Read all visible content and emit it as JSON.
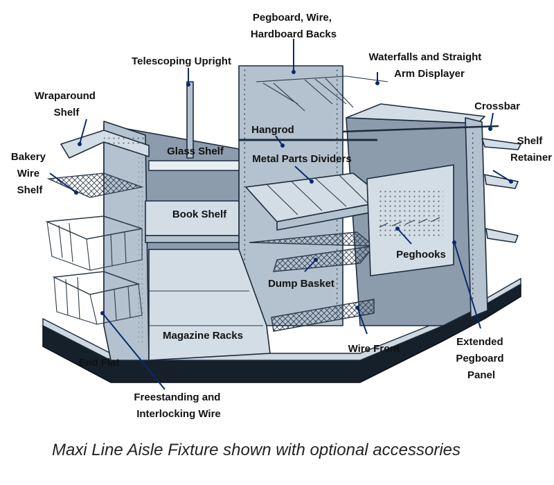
{
  "diagram": {
    "caption": "Maxi Line Aisle Fixture shown with optional accessories",
    "colors": {
      "metal": "#b4c2cf",
      "metal_dark": "#8c9cac",
      "panel": "#d3dde6",
      "base": "#16202b",
      "leader": "#0a2a6b",
      "text": "#111111"
    },
    "labels": {
      "pegboard_backs": [
        "Pegboard, Wire,",
        "Hardboard Backs"
      ],
      "telescoping_upright": [
        "Telescoping Upright"
      ],
      "waterfalls": [
        "Waterfalls and Straight",
        "Arm Displayer"
      ],
      "wraparound_shelf": [
        "Wraparound",
        "Shelf"
      ],
      "crossbar": [
        "Crossbar"
      ],
      "hangrod": [
        "Hangrod"
      ],
      "shelf_retainer": [
        "Shelf",
        "Retainer"
      ],
      "bakery_wire_shelf": [
        "Bakery",
        "Wire",
        "Shelf"
      ],
      "glass_shelf": [
        "Glass Shelf"
      ],
      "metal_parts_dividers": [
        "Metal Parts Dividers"
      ],
      "book_shelf": [
        "Book Shelf"
      ],
      "peghooks": [
        "Peghooks"
      ],
      "dump_basket": [
        "Dump Basket"
      ],
      "magazine_racks": [
        "Magazine Racks"
      ],
      "wire_front": [
        "Wire Front"
      ],
      "extended_pegboard": [
        "Extended",
        "Pegboard",
        "Panel"
      ],
      "end_flat": [
        "End Flat"
      ],
      "freestanding_wire": [
        "Freestanding and",
        "Interlocking Wire"
      ]
    }
  }
}
